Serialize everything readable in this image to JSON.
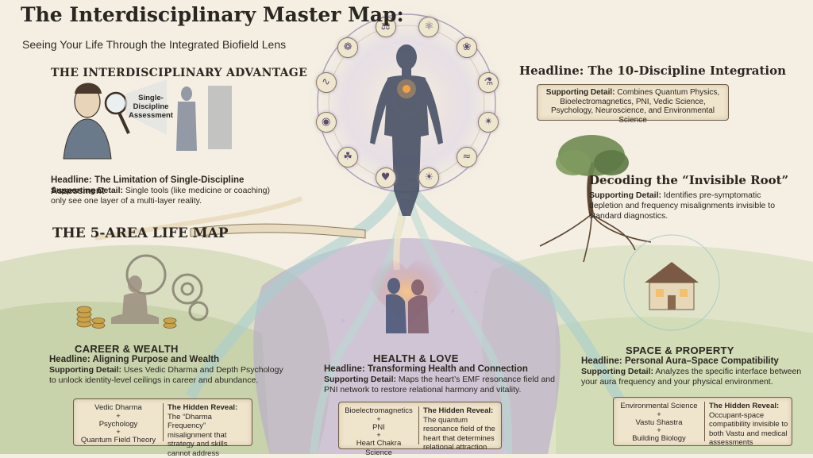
{
  "title": "The Interdisciplinary Master Map:",
  "subtitle": "Seeing Your Life Through the Integrated Biofield Lens",
  "advantage": {
    "section_title": "THE INTERDISCIPLINARY ADVANTAGE",
    "magnifier_label": "Single-Discipline Assessment",
    "headline": "Headline: The Limitation of Single-Discipline Assessment",
    "detail_label": "Supporting Detail:",
    "detail": "Single tools (like medicine or coaching) only see one layer of a multi-layer reality."
  },
  "integration": {
    "headline": "Headline: The 10-Discipline Integration",
    "detail_label": "Supporting Detail:",
    "detail": "Combines Quantum Physics, Bioelectromagnetics, PNI, Vedic Science, Psychology, Neuroscience, and Environmental Science"
  },
  "root": {
    "headline": "Decoding the “Invisible Root”",
    "detail_label": "Supporting Detail:",
    "detail": "Identifies pre-symptomatic depletion and frequency misalignments invisible to standard diagnostics."
  },
  "life_map_title": "THE 5-AREA LIFE MAP",
  "career": {
    "title": "CAREER & WEALTH",
    "headline": "Headline: Aligning Purpose and Wealth",
    "detail_label": "Supporting Detail:",
    "detail": "Uses Vedic Dharma and Depth Psychology to unlock identity-level ceilings in career and abundance.",
    "disciplines": [
      "Vedic Dharma",
      "Psychology",
      "Quantum Field Theory"
    ],
    "reveal_label": "The Hidden Reveal:",
    "reveal": "The “Dharma Frequency” misalignment that strategy and skills cannot address"
  },
  "health": {
    "title": "HEALTH & LOVE",
    "headline": "Headline: Transforming Health and Connection",
    "detail_label": "Supporting Detail:",
    "detail": "Maps the heart’s EMF resonance field and PNI network to restore relational harmony and vitality.",
    "disciplines": [
      "Bioelectromagnetics",
      "PNI",
      "Heart Chakra Science"
    ],
    "reveal_label": "The Hidden Reveal:",
    "reveal": "The quantum resonance field of the heart that determines relational attraction"
  },
  "space": {
    "title": "SPACE & PROPERTY",
    "headline": "Headline: Personal Aura–Space Compatibility",
    "detail_label": "Supporting Detail:",
    "detail": "Analyzes the specific interface between your aura frequency and your physical environment.",
    "disciplines": [
      "Environmental Science",
      "Vastu Shastra",
      "Building Biology"
    ],
    "reveal_label": "The Hidden Reveal:",
    "reveal": "Occupant-space compatibility invisible to both Vastu and medical assessments"
  },
  "plus_sign": "+",
  "colors": {
    "accent_gold": "#e0a13a",
    "river": "#9cc7c8",
    "ink": "#2b2620",
    "parchment": "#efe4cc"
  },
  "icons": [
    "atom-icon",
    "brain-icon",
    "flask-icon",
    "molecule-icon",
    "dna-icon",
    "sun-icon",
    "heart-icon",
    "leaf-icon",
    "eye-icon",
    "wave-icon",
    "lotus-icon",
    "scale-icon"
  ]
}
